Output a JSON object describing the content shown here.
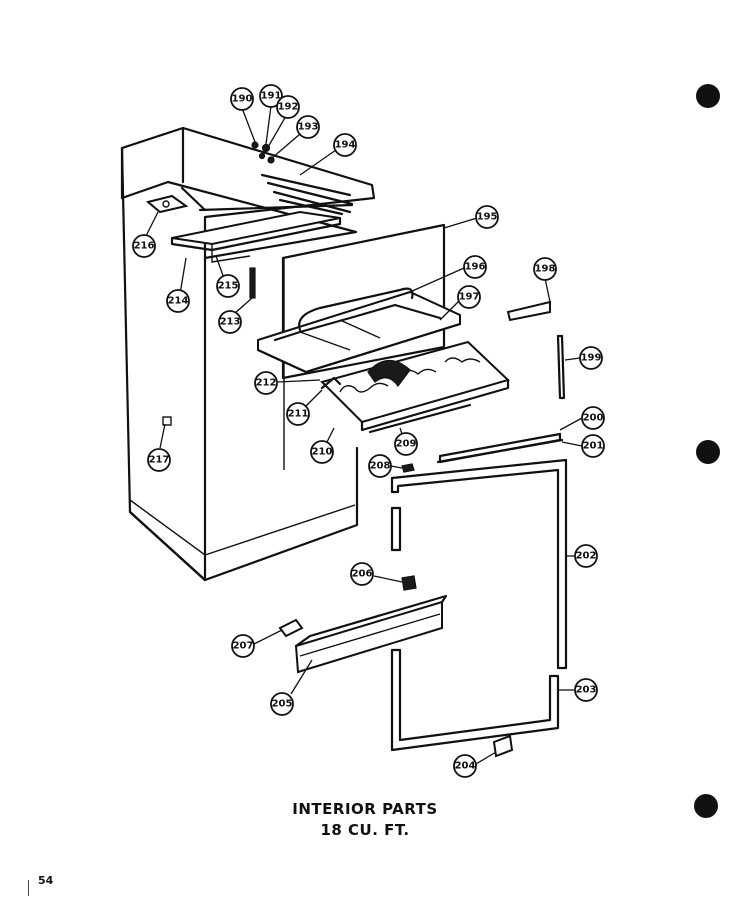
{
  "caption": {
    "line1": "INTERIOR PARTS",
    "line2": "18 CU. FT."
  },
  "page_number": "54",
  "callouts": [
    {
      "id": "c190",
      "label": "190"
    },
    {
      "id": "c191",
      "label": "191"
    },
    {
      "id": "c192",
      "label": "192"
    },
    {
      "id": "c193",
      "label": "193"
    },
    {
      "id": "c194",
      "label": "194"
    },
    {
      "id": "c195",
      "label": "195"
    },
    {
      "id": "c196",
      "label": "196"
    },
    {
      "id": "c197",
      "label": "197"
    },
    {
      "id": "c198",
      "label": "198"
    },
    {
      "id": "c199",
      "label": "199"
    },
    {
      "id": "c200",
      "label": "200"
    },
    {
      "id": "c201",
      "label": "201"
    },
    {
      "id": "c202",
      "label": "202"
    },
    {
      "id": "c203",
      "label": "203"
    },
    {
      "id": "c204",
      "label": "204"
    },
    {
      "id": "c205",
      "label": "205"
    },
    {
      "id": "c206",
      "label": "206"
    },
    {
      "id": "c207",
      "label": "207"
    },
    {
      "id": "c208",
      "label": "208"
    },
    {
      "id": "c209",
      "label": "209"
    },
    {
      "id": "c210",
      "label": "210"
    },
    {
      "id": "c211",
      "label": "211"
    },
    {
      "id": "c212",
      "label": "212"
    },
    {
      "id": "c213",
      "label": "213"
    },
    {
      "id": "c214",
      "label": "214"
    },
    {
      "id": "c215",
      "label": "215"
    },
    {
      "id": "c216",
      "label": "216"
    },
    {
      "id": "c217",
      "label": "217"
    }
  ]
}
